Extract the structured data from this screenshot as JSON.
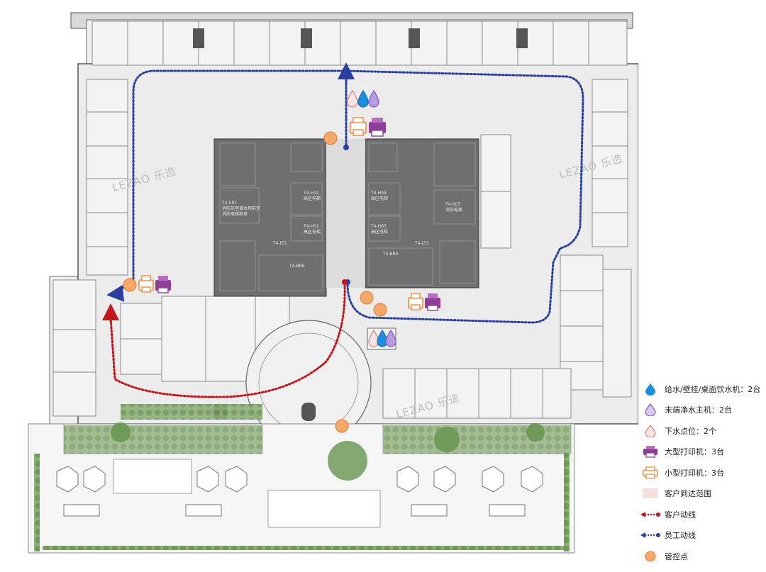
{
  "watermark": "LEZAO 乐造",
  "room_labels": {
    "r1": "T4-S01",
    "r1b": "消防前室兼合用前室",
    "r1c": "消防电梯前室",
    "r2": "T4-H12",
    "r2b": "高区电梯",
    "r3": "T4-H01",
    "r3b": "高区电梯",
    "r4": "T4-H04",
    "r4b": "高区电梯",
    "r5": "T4-H03",
    "r5b": "高区电梯",
    "r6": "T4-S07",
    "r6b": "消防电梯",
    "r7": "T4-LT1",
    "r8": "T4-LT2",
    "r9": "T4-BR6",
    "r10": "T4-BR5"
  },
  "legend": [
    {
      "icon": "water-drop-blue-icon",
      "label": "给水/壁挂/桌面饮水机：2台",
      "color": "#1a8fe0"
    },
    {
      "icon": "water-drop-purple-icon",
      "label": "末端净水主机：2台",
      "color": "#8b5cc8"
    },
    {
      "icon": "water-drop-pink-icon",
      "label": "下水点位：2个",
      "color": "#d08a8a"
    },
    {
      "icon": "large-printer-icon",
      "label": "大型打印机：3台",
      "color": "#8e3e96"
    },
    {
      "icon": "small-printer-icon",
      "label": "小型打印机：3台",
      "color": "#f08a3c"
    },
    {
      "icon": "customer-area-swatch",
      "label": "客户到达范围",
      "color": "#f9dede"
    },
    {
      "icon": "customer-flow-arrow-icon",
      "label": "客户动线",
      "color": "#c0161c"
    },
    {
      "icon": "staff-flow-arrow-icon",
      "label": "员工动线",
      "color": "#2b3f9e"
    },
    {
      "icon": "control-point-icon",
      "label": "管控点",
      "color": "#f5a86a"
    }
  ],
  "colors": {
    "customer_flow": "#c0161c",
    "staff_flow": "#2b3f9e",
    "control_point": "#f5a86a",
    "core": "#6f6f6f",
    "floor": "#ececec",
    "green": "#6f9a5a"
  }
}
